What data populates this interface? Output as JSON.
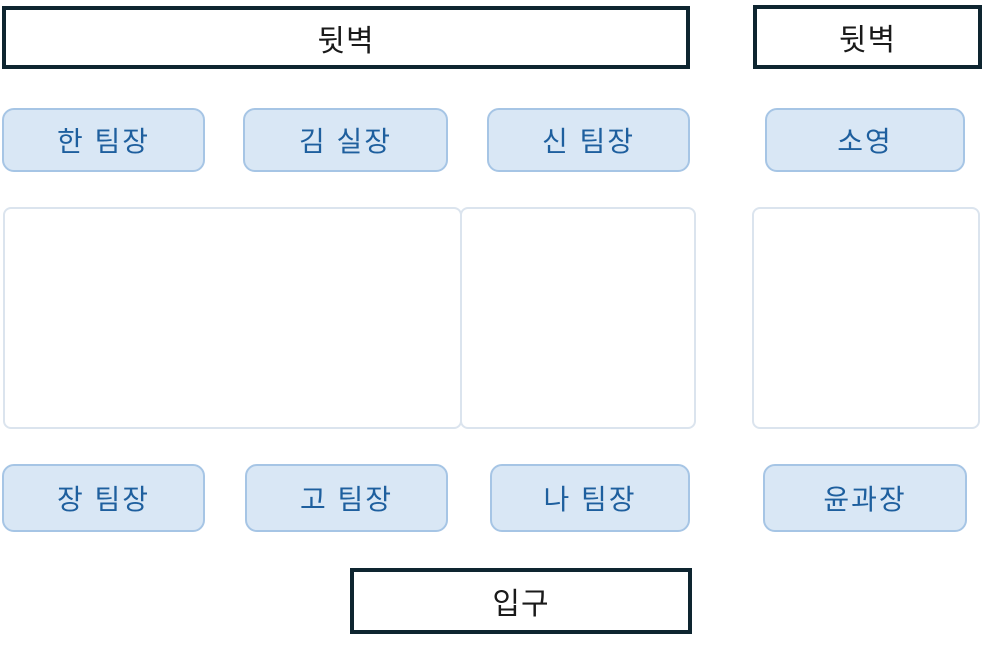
{
  "diagram": {
    "type": "office-seating-layout"
  },
  "walls": {
    "back_wall_left": {
      "label": "뒷벽"
    },
    "back_wall_right": {
      "label": "뒷벽"
    },
    "entrance": {
      "label": "입구"
    }
  },
  "name_tags": {
    "row1": [
      {
        "label": "한 팀장"
      },
      {
        "label": "김 실장"
      },
      {
        "label": "신 팀장"
      },
      {
        "label": "소영"
      }
    ],
    "row2": [
      {
        "label": "장 팀장"
      },
      {
        "label": "고 팀장"
      },
      {
        "label": "나 팀장"
      },
      {
        "label": "윤과장"
      }
    ]
  },
  "desks": {
    "count": 3
  },
  "colors": {
    "background": "#ffffff",
    "wall_border": "#0e2530",
    "wall_text": "#1a1a1a",
    "tag_fill": "#d9e7f5",
    "tag_border": "#a6c5e5",
    "tag_text": "#1e5f9e",
    "desk_border": "#dbe4ee"
  }
}
